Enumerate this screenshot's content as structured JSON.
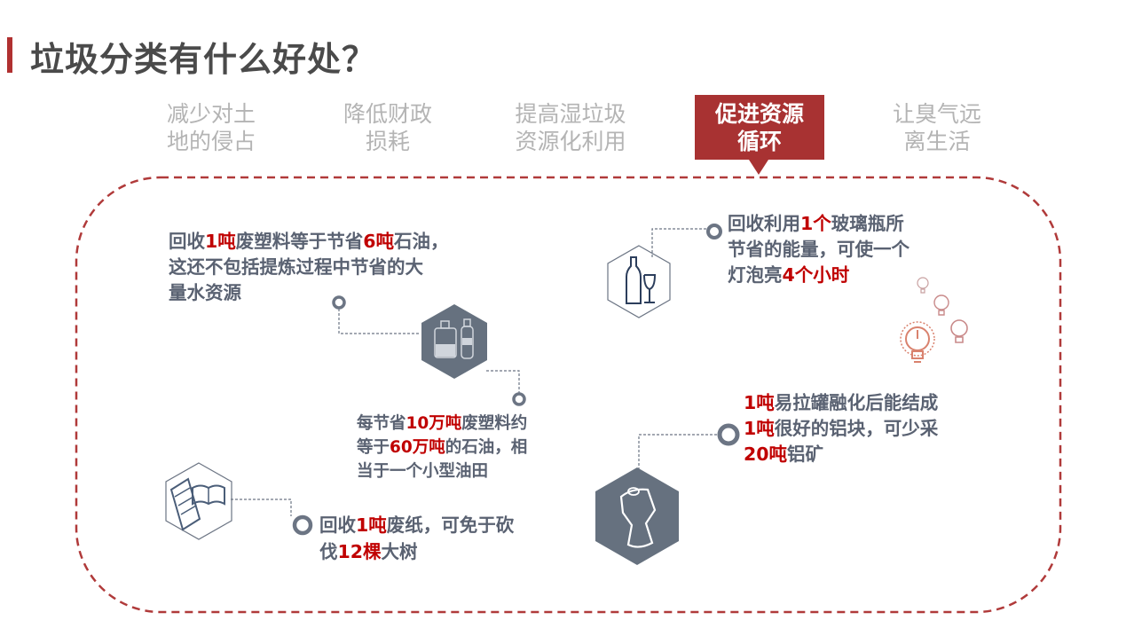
{
  "title": "垃圾分类有什么好处？",
  "tabs": [
    {
      "line1": "减少对土",
      "line2": "地的侵占"
    },
    {
      "line1": "降低财政",
      "line2": "损耗"
    },
    {
      "line1": "提高湿垃圾",
      "line2": "资源化利用"
    },
    {
      "line1": "促进资源",
      "line2": "循环"
    },
    {
      "line1": "让臭气远",
      "line2": "离生活"
    }
  ],
  "active_tab": 3,
  "colors": {
    "accent": "#a83232",
    "highlight": "#c00000",
    "text": "#5a6272",
    "icon_fill": "#66717f"
  },
  "facts": [
    {
      "lines": [
        [
          [
            "回收",
            0
          ],
          [
            "1吨",
            1
          ],
          [
            "废塑料等于节省",
            0
          ],
          [
            "6吨",
            1
          ],
          [
            "石油，",
            0
          ]
        ],
        [
          [
            "这还不包括提炼过程中节省的大",
            0
          ]
        ],
        [
          [
            "量水资源",
            0
          ]
        ]
      ]
    },
    {
      "lines": [
        [
          [
            "每节省",
            0
          ],
          [
            "10万吨",
            1
          ],
          [
            "废塑料约",
            0
          ]
        ],
        [
          [
            "等于",
            0
          ],
          [
            "60万吨",
            1
          ],
          [
            "的石油，相",
            0
          ]
        ],
        [
          [
            "当于一个小型油田",
            0
          ]
        ]
      ]
    },
    {
      "lines": [
        [
          [
            "回收",
            0
          ],
          [
            "1吨",
            1
          ],
          [
            "废纸，可免于砍",
            0
          ]
        ],
        [
          [
            "伐",
            0
          ],
          [
            "12棵",
            1
          ],
          [
            "大树",
            0
          ]
        ]
      ]
    },
    {
      "lines": [
        [
          [
            "回收利用",
            0
          ],
          [
            "1个",
            1
          ],
          [
            "玻璃瓶所",
            0
          ]
        ],
        [
          [
            "节省的能量，可使一个",
            0
          ]
        ],
        [
          [
            "灯泡亮",
            0
          ],
          [
            "4个小时",
            1
          ]
        ]
      ]
    },
    {
      "lines": [
        [
          [
            "1吨",
            1
          ],
          [
            "易拉罐融化后能结成",
            0
          ]
        ],
        [
          [
            "1吨",
            1
          ],
          [
            "很好的铝块，可少采",
            0
          ]
        ],
        [
          [
            "20吨",
            1
          ],
          [
            "铝矿",
            0
          ]
        ]
      ]
    }
  ]
}
